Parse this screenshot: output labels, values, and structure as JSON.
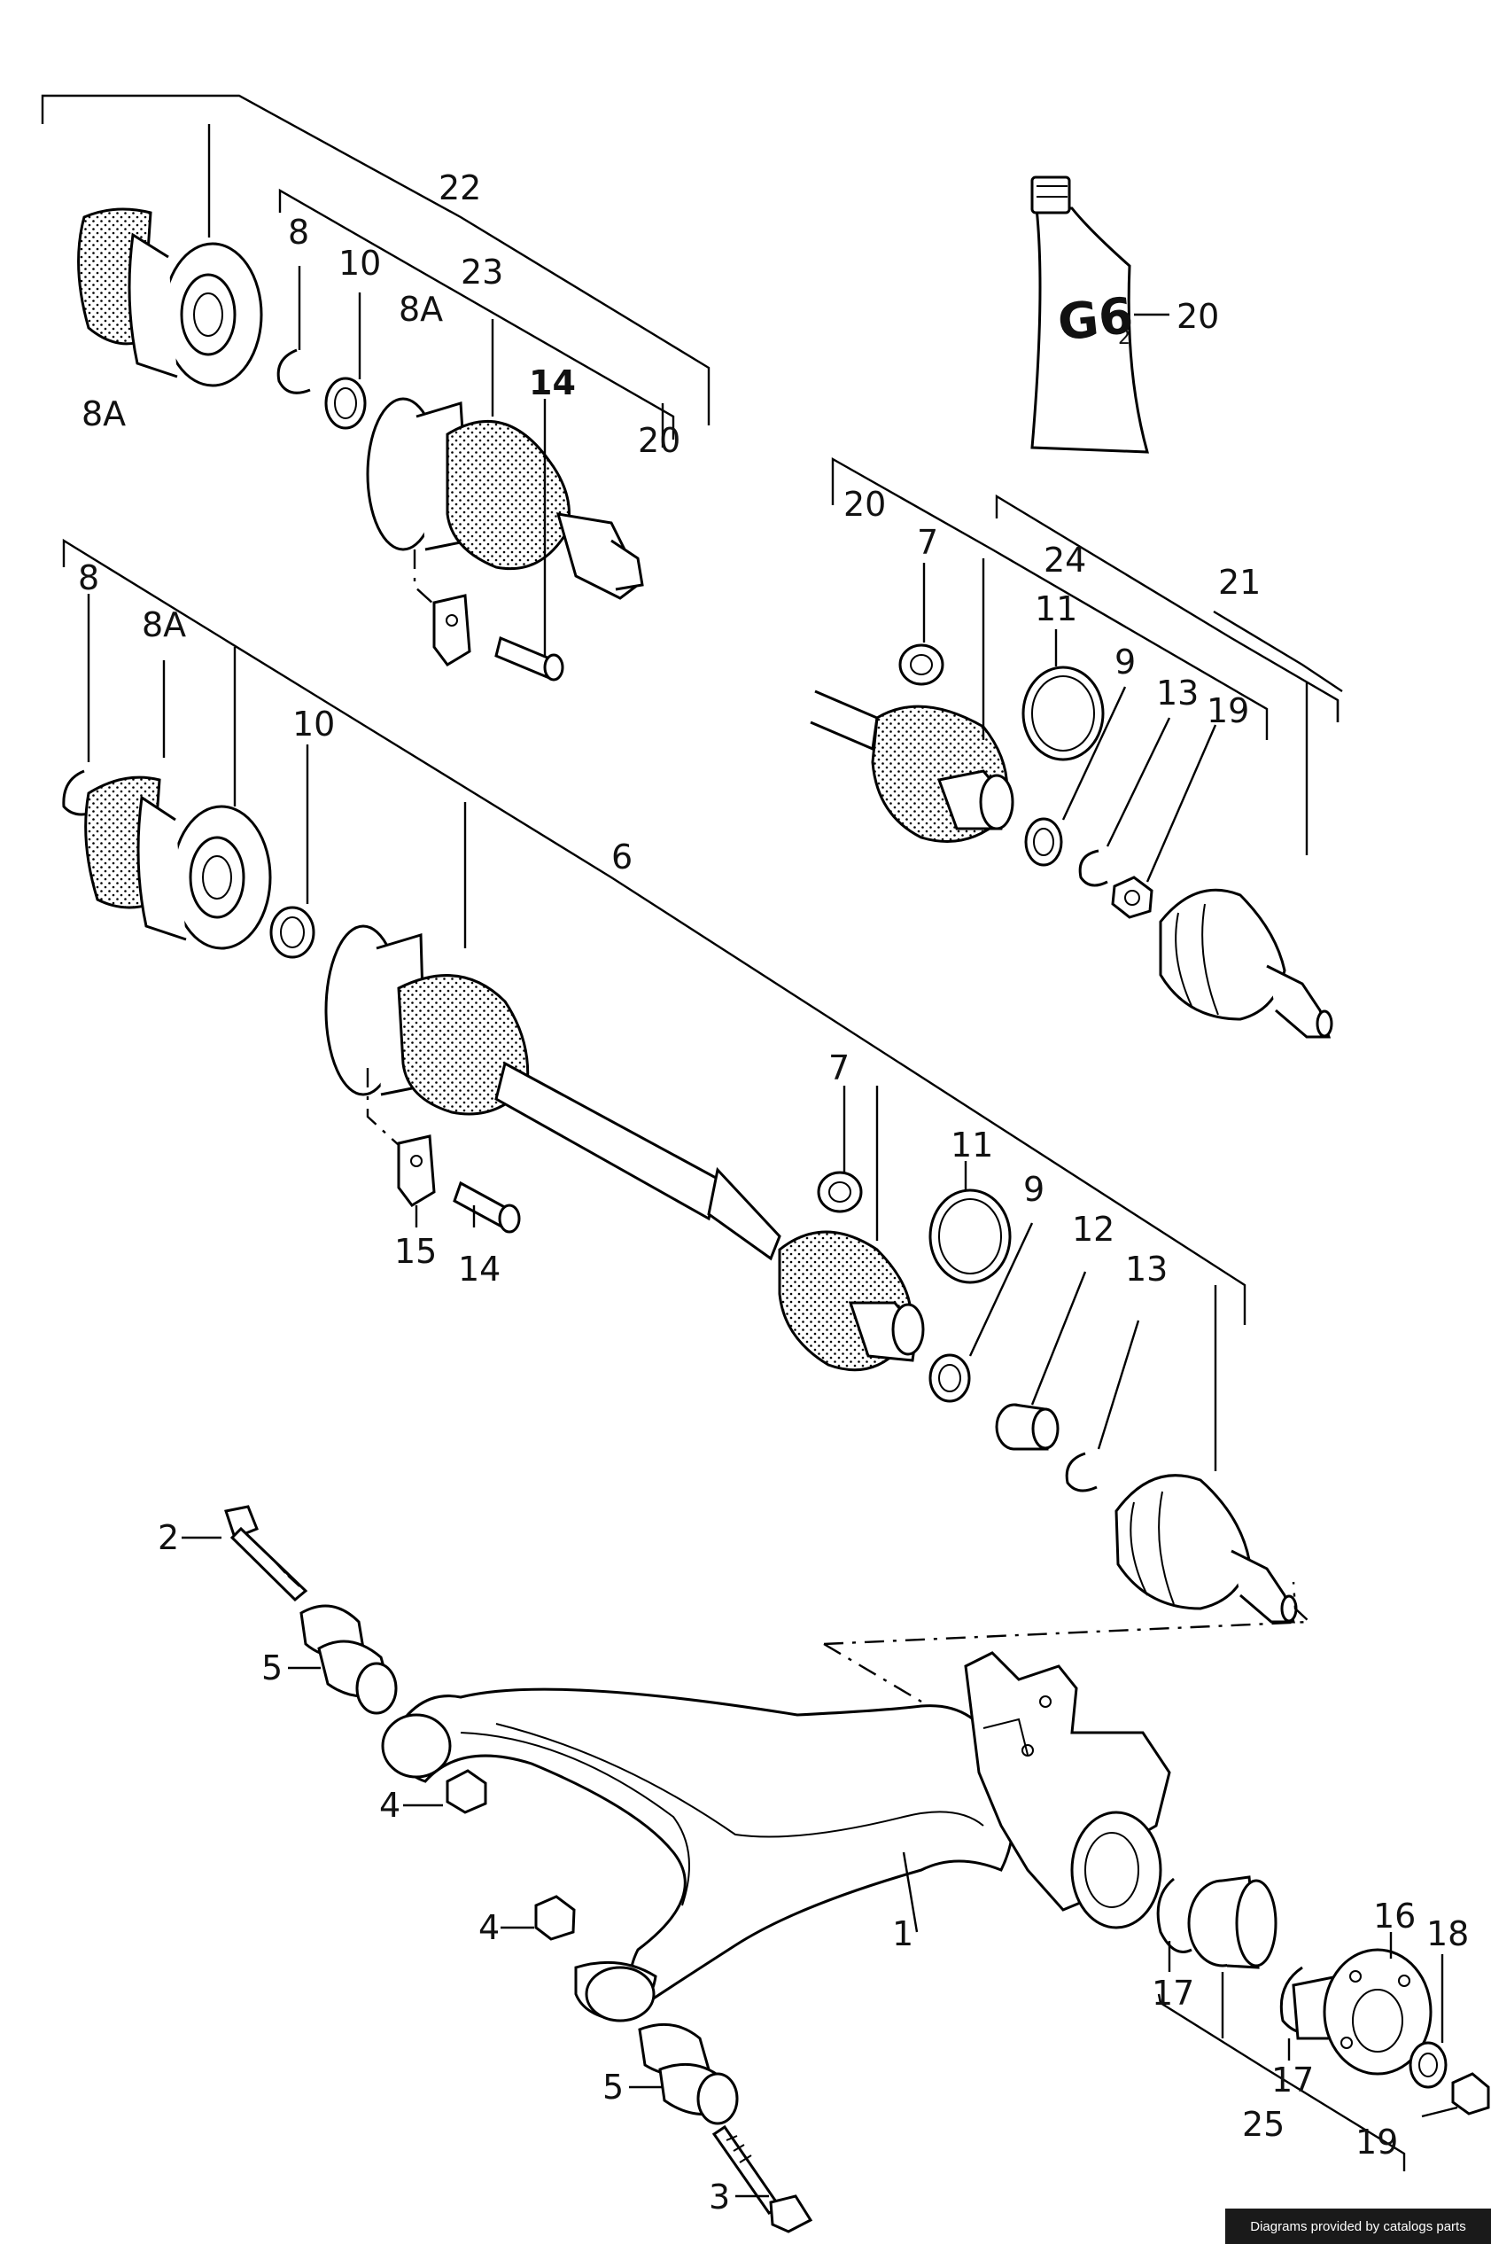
{
  "callouts": {
    "c22": "22",
    "c23": "23",
    "c8a_top": "8A",
    "c8_top": "8",
    "c10_top": "10",
    "c8a_topleft": "8A",
    "c14_top": "14",
    "c20_top": "20",
    "c20_tube": "20",
    "tube_label": "G6",
    "tube_sub": "2",
    "c20_right": "20",
    "c7_right": "7",
    "c24": "24",
    "c21": "21",
    "c11_right": "11",
    "c9_right": "9",
    "c13_right": "13",
    "c19_right": "19",
    "c8_mid": "8",
    "c8a_mid": "8A",
    "c10_mid": "10",
    "c6": "6",
    "c15": "15",
    "c14_mid": "14",
    "c7_mid": "7",
    "c11_mid": "11",
    "c9_mid": "9",
    "c12": "12",
    "c13_mid": "13",
    "c2": "2",
    "c5_top": "5",
    "c4_top": "4",
    "c4_bottom": "4",
    "c1": "1",
    "c16": "16",
    "c18": "18",
    "c17_a": "17",
    "c17_b": "17",
    "c25": "25",
    "c5_bottom": "5",
    "c19_bottom": "19",
    "c3": "3"
  },
  "footer": {
    "credit": "Diagrams provided by catalogs parts"
  }
}
